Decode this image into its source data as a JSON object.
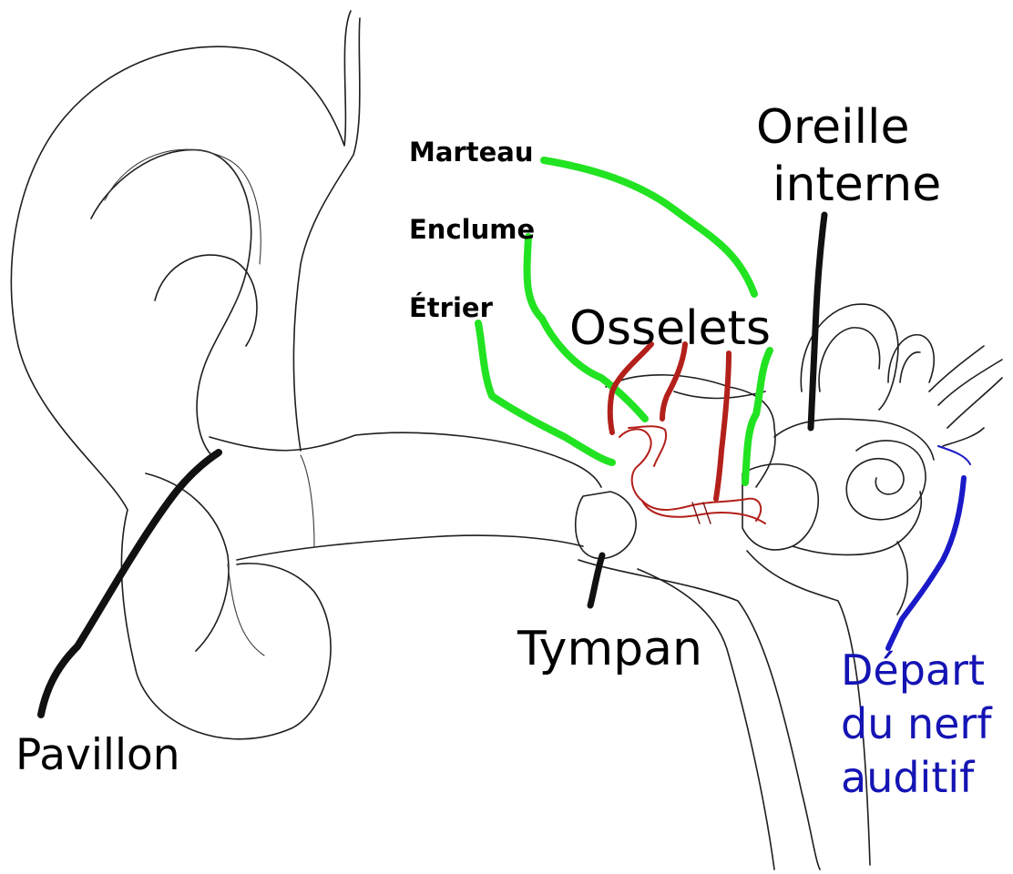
{
  "labels": {
    "marteau": "Marteau",
    "enclume": "Enclume",
    "etrier": "Étrier",
    "osselets": "Osselets",
    "oreille_interne_line1": "Oreille",
    "oreille_interne_line2": "interne",
    "tympan": "Tympan",
    "pavillon": "Pavillon",
    "nerf_line1": "Départ",
    "nerf_line2": "du nerf",
    "nerf_line3": "auditif"
  },
  "colors": {
    "ossicle_leader": "#22e322",
    "ossicle_red": "#b3201b",
    "black_leader": "#111111",
    "nerve_leader": "#1a1ac8",
    "nerve_text": "#1414b4"
  }
}
